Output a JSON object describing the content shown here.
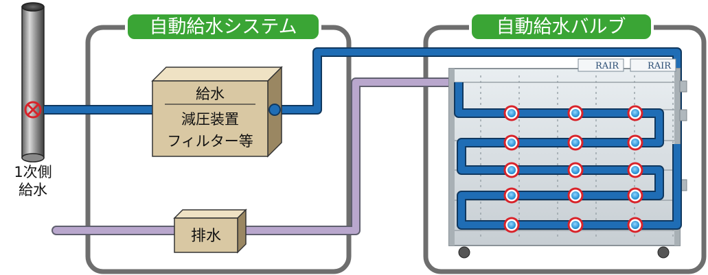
{
  "system_box": {
    "title": "自動給水システム"
  },
  "valve_box": {
    "title": "自動給水バルブ"
  },
  "supply_unit": {
    "line1": "給水",
    "line2": "減圧装置",
    "line3": "フィルター等"
  },
  "drain_unit": {
    "label": "排水"
  },
  "primary_supply": {
    "line1": "1次側",
    "line2": "給水"
  },
  "rack": {
    "brand_left": "RAIR",
    "brand_right": "RAIR"
  },
  "colors": {
    "supply_pipe": "#1f6db5",
    "drain_pipe": "#b4a3c8",
    "frame": "#6b6b6b",
    "title_bg": "#3aa535",
    "box_face": "#d9c8a3",
    "valve_ring": "#d8232a",
    "valve_core": "#2e9fe0"
  }
}
